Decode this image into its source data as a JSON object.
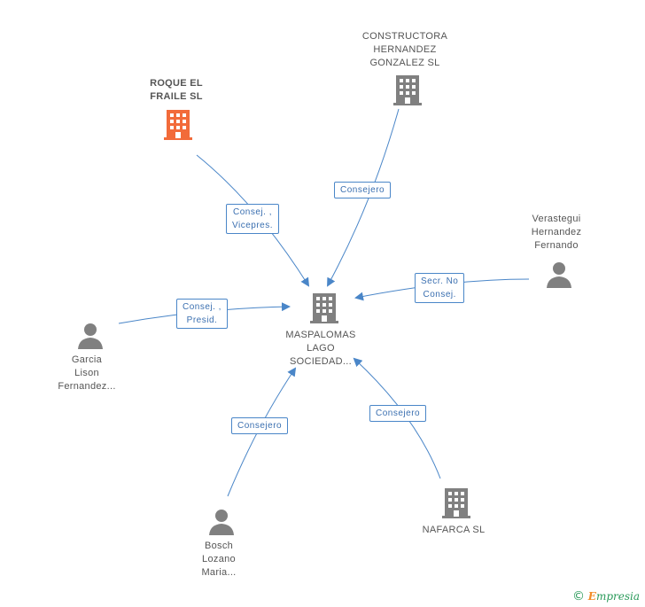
{
  "colors": {
    "edge": "#4a86c8",
    "company_icon": "#808080",
    "company_highlight_icon": "#f26b3a",
    "person_icon": "#808080",
    "label_text": "#555555"
  },
  "nodes": {
    "center": {
      "kind": "company",
      "lines": [
        "MASPALOMAS",
        "LAGO",
        "SOCIEDAD..."
      ],
      "icon": "building-icon"
    },
    "roque": {
      "kind": "company-highlight",
      "lines": [
        "ROQUE EL",
        "FRAILE SL"
      ],
      "icon": "building-icon"
    },
    "constructora": {
      "kind": "company",
      "lines": [
        "CONSTRUCTORA",
        "HERNANDEZ",
        "GONZALEZ SL"
      ],
      "icon": "building-icon"
    },
    "verastegui": {
      "kind": "person",
      "lines": [
        "Verastegui",
        "Hernandez",
        "Fernando"
      ],
      "icon": "person-icon"
    },
    "garcia": {
      "kind": "person",
      "lines": [
        "Garcia",
        "Lison",
        "Fernandez..."
      ],
      "icon": "person-icon"
    },
    "bosch": {
      "kind": "person",
      "lines": [
        "Bosch",
        "Lozano",
        "Maria..."
      ],
      "icon": "person-icon"
    },
    "nafarca": {
      "kind": "company",
      "lines": [
        "NAFARCA SL"
      ],
      "icon": "building-icon"
    }
  },
  "edges": {
    "roque": [
      "Consej. ,",
      "Vicepres."
    ],
    "constructora": [
      "Consejero"
    ],
    "verastegui": [
      "Secr. No",
      "Consej."
    ],
    "garcia": [
      "Consej. ,",
      "Presid."
    ],
    "bosch": [
      "Consejero"
    ],
    "nafarca": [
      "Consejero"
    ]
  },
  "footer": {
    "copyright": "©",
    "brand_initial": "E",
    "brand_rest": "mpresia"
  }
}
